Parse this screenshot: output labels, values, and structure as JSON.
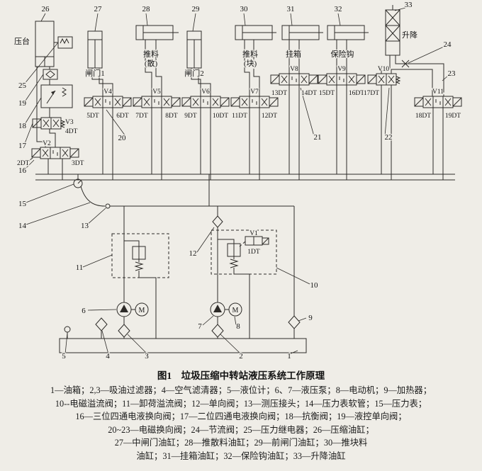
{
  "caption": "图1　垃圾压缩中转站液压系统工作原理",
  "legend": {
    "line1": "1—油箱；2,3—吸油过滤器；4—空气滤清器；5—液位计；6、7—液压泵；8—电动机；9—加热器；",
    "line2": "10--电磁溢流阀；11—卸荷溢流阀；12—单向阀；13—测压接头；14—压力表软管；15—压力表；",
    "line3": "16—三位四通电液换向阀；17—二位四通电液换向阀；18—抗衡阀；19—液控单向阀；",
    "line4": "20~23—电磁换向阀；24—节流阀；25—压力继电器；26—压缩油缸；",
    "line5": "27—中闸门油缸；28—推散料油缸；29—前闸门油缸；30—推块料",
    "line6": "油缸；31—挂箱油缸；32—保险钩油缸；33—升降油缸"
  },
  "labels": {
    "press": "压台",
    "gate1": "闸门1",
    "push_loose_top": "推料",
    "push_loose_bottom": "(散)",
    "gate2": "闸门2",
    "push_block_top": "推料",
    "push_block_bottom": "(块)",
    "hangbox": "挂箱",
    "hook": "保险钩",
    "lift": "升降",
    "motor": "M"
  },
  "v": {
    "1": "V1",
    "2": "V2",
    "3": "V3",
    "4": "V4",
    "5": "V5",
    "6": "V6",
    "7": "V7",
    "8": "V8",
    "9": "V9",
    "10": "V10",
    "11": "V11"
  },
  "dt": {
    "1": "1DT",
    "2": "2DT",
    "3": "3DT",
    "4": "4DT",
    "5": "5DT",
    "6": "6DT",
    "7": "7DT",
    "8": "8DT",
    "9": "9DT",
    "10": "10DT",
    "11": "11DT",
    "12": "12DT",
    "13": "13DT",
    "14": "14DT",
    "15": "15DT",
    "16": "16DT",
    "17": "17DT",
    "18": "18DT",
    "19": "19DT"
  },
  "n": {
    "1": "1",
    "2": "2",
    "3": "3",
    "4": "4",
    "5": "5",
    "6": "6",
    "7": "7",
    "8": "8",
    "9": "9",
    "10": "10",
    "11": "11",
    "12": "12",
    "13": "13",
    "14": "14",
    "15": "15",
    "16": "16",
    "17": "17",
    "18": "18",
    "19": "19",
    "20": "20",
    "21": "21",
    "22": "22",
    "23": "23",
    "24": "24",
    "25": "25",
    "26": "26",
    "27": "27",
    "28": "28",
    "29": "29",
    "30": "30",
    "31": "31",
    "32": "32",
    "33": "33"
  }
}
